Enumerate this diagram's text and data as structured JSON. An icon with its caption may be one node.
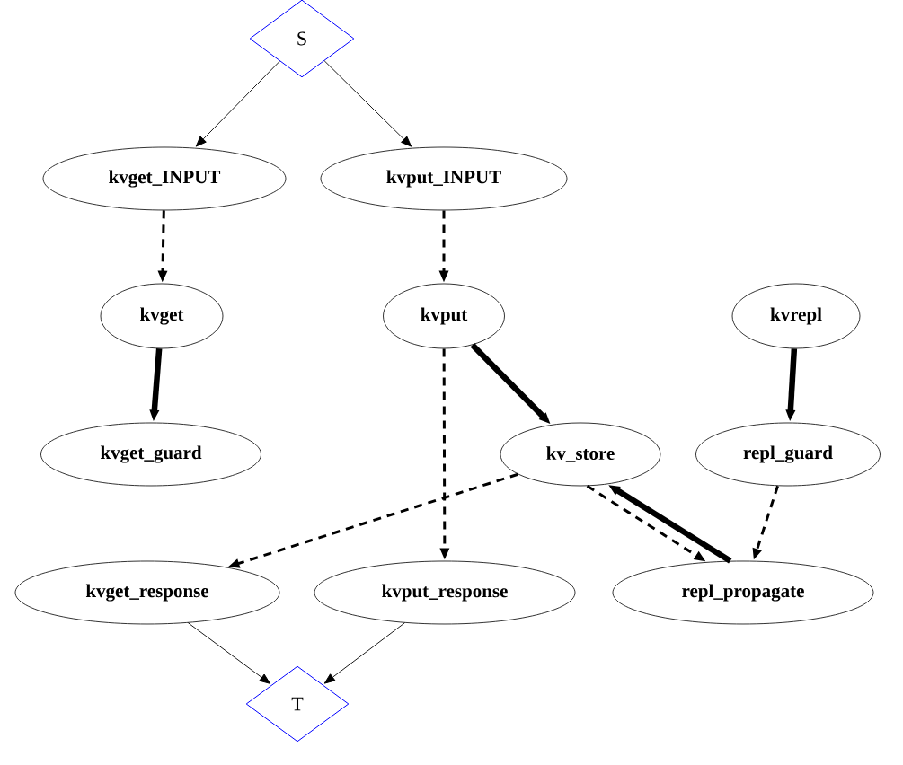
{
  "diagram": {
    "nodes": [
      {
        "text": [
          "S"
        ]
      },
      {
        "text": [
          "kvget_INPUT"
        ]
      },
      {
        "text": [
          "kvput_INPUT"
        ]
      },
      {
        "text": [
          "kvget"
        ]
      },
      {
        "text": [
          "kvput"
        ]
      },
      {
        "text": [
          "kvrepl"
        ]
      },
      {
        "text": [
          "kvget_guard"
        ]
      },
      {
        "text": [
          "kv_store"
        ]
      },
      {
        "text": [
          "repl_guard"
        ]
      },
      {
        "text": [
          "kvget_response"
        ]
      },
      {
        "text": [
          "kvput_response"
        ]
      },
      {
        "text": [
          "repl_propagate"
        ]
      },
      {
        "text": [
          "T"
        ]
      }
    ],
    "edges": [
      {
        "from": 0,
        "to": 1,
        "arrow": "to"
      },
      {
        "from": 0,
        "to": 2,
        "arrow": "to"
      },
      {
        "from": 1,
        "to": 3,
        "arrow": "to",
        "style": "dashed"
      },
      {
        "from": 2,
        "to": 4,
        "arrow": "to",
        "style": "dashed"
      },
      {
        "from": 3,
        "to": 6,
        "arrow": "to",
        "style": "thick"
      },
      {
        "from": 4,
        "to": 10,
        "arrow": "to",
        "style": "dashed"
      },
      {
        "from": 4,
        "to": 7,
        "arrow": "to",
        "style": "thick"
      },
      {
        "from": 5,
        "to": 8,
        "arrow": "to",
        "style": "thick"
      },
      {
        "from": 7,
        "to": 9,
        "arrow": "to",
        "style": "dashed"
      },
      {
        "from": 8,
        "to": 11,
        "arrow": "to",
        "style": "dashed"
      },
      {
        "from": 7,
        "to": 11,
        "arrow": "to",
        "style": "dashed"
      },
      {
        "from": 11,
        "to": 7,
        "arrow": "to",
        "style": "thick"
      },
      {
        "from": 9,
        "to": 12,
        "arrow": "to"
      },
      {
        "from": 10,
        "to": 12,
        "arrow": "to"
      }
    ]
  }
}
